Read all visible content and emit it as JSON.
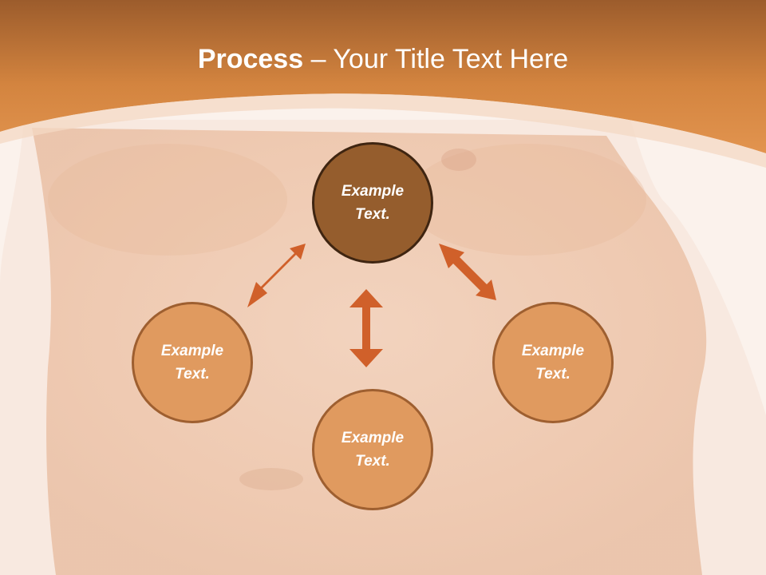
{
  "title": {
    "bold": "Process",
    "dash": "–",
    "rest": "Your Title Text Here"
  },
  "nodes": [
    {
      "id": "top",
      "text": "Example Text."
    },
    {
      "id": "left",
      "text": "Example Text."
    },
    {
      "id": "bottom",
      "text": "Example Text."
    },
    {
      "id": "right",
      "text": "Example Text."
    }
  ],
  "colors": {
    "header_orange": "#d98843",
    "header_dark": "#9a5a2b",
    "center_circle": "#955d2d",
    "outer_circle": "#e09a5f",
    "arrow": "#d0602a",
    "background": "#fbf2ec"
  }
}
